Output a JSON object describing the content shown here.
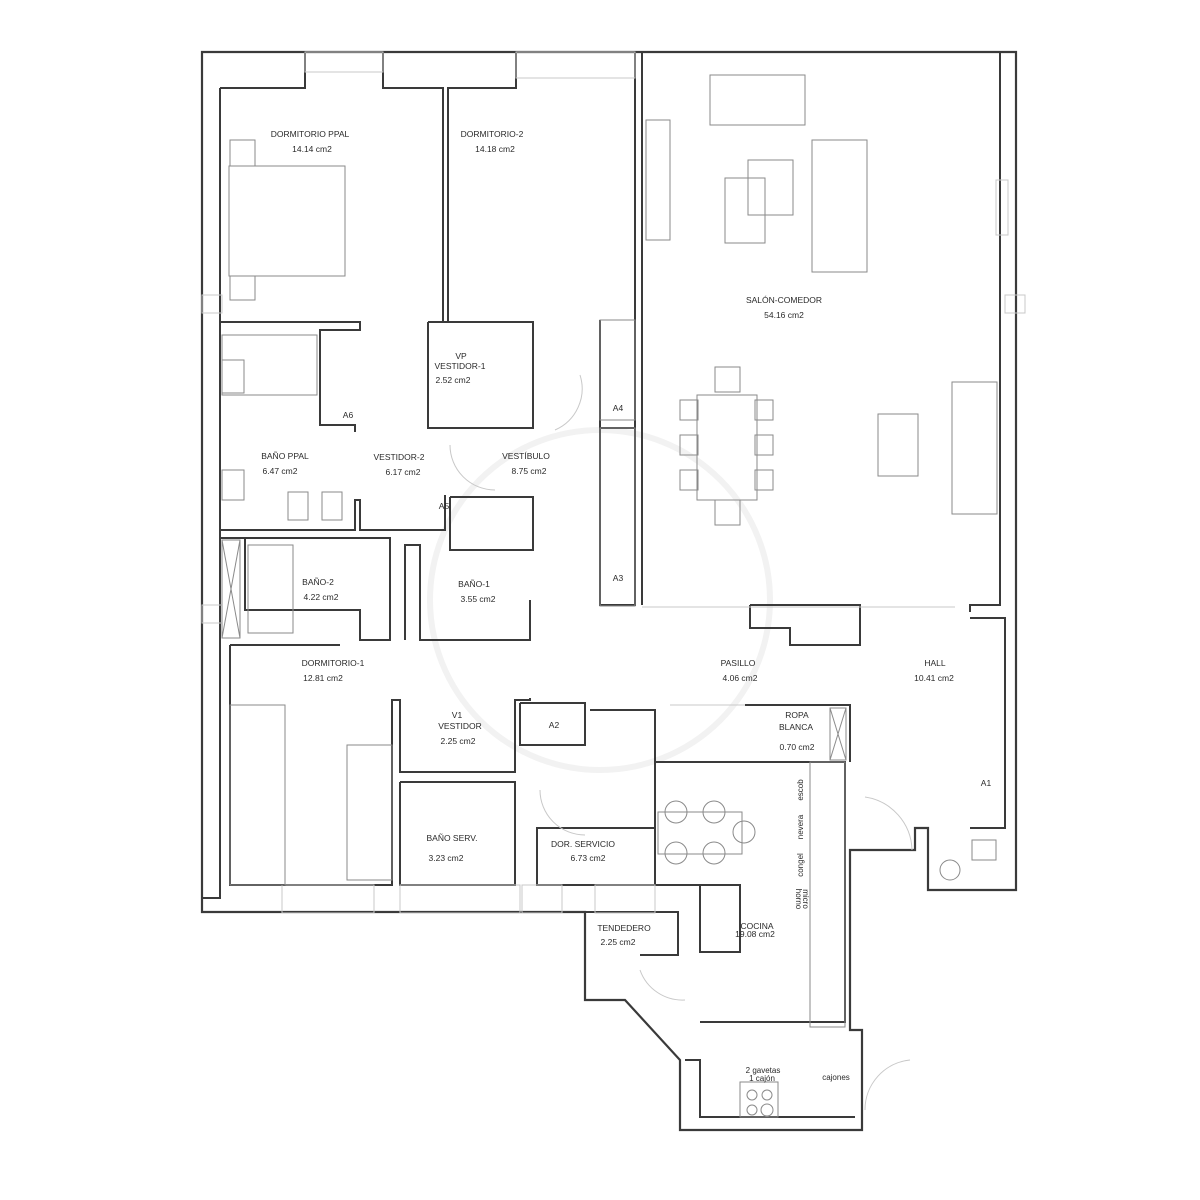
{
  "rooms": [
    {
      "name": "DORMITORIO PPAL",
      "area": "14.14 cm2"
    },
    {
      "name": "DORMITORIO-2",
      "area": "14.18 cm2"
    },
    {
      "name": "SALÓN-COMEDOR",
      "area": "54.16 cm2"
    },
    {
      "name": "VP",
      "name2": "VESTIDOR-1",
      "area": "2.52 cm2"
    },
    {
      "name": "BAÑO PPAL",
      "area": "6.47 cm2"
    },
    {
      "name": "VESTIDOR-2",
      "area": "6.17 cm2"
    },
    {
      "name": "VESTÍBULO",
      "area": "8.75 cm2"
    },
    {
      "name": "BAÑO-2",
      "area": "4.22 cm2"
    },
    {
      "name": "BAÑO-1",
      "area": "3.55 cm2"
    },
    {
      "name": "DORMITORIO-1",
      "area": "12.81 cm2"
    },
    {
      "name": "PASILLO",
      "area": "4.06 cm2"
    },
    {
      "name": "HALL",
      "area": "10.41 cm2"
    },
    {
      "name": "V1",
      "name2": "VESTIDOR",
      "area": "2.25 cm2"
    },
    {
      "name": "ROPA",
      "name2": "BLANCA",
      "area": "0.70 cm2"
    },
    {
      "name": "BAÑO SERV.",
      "area": "3.23 cm2"
    },
    {
      "name": "DOR. SERVICIO",
      "area": "6.73 cm2"
    },
    {
      "name": "TENDEDERO",
      "area": "2.25 cm2"
    },
    {
      "name": "COCINA",
      "area": "19.08 cm2"
    }
  ],
  "closets": [
    "A1",
    "A2",
    "A3",
    "A4",
    "A5",
    "A6"
  ],
  "appliances": [
    "escob",
    "nevera",
    "congel",
    "horno",
    "micro",
    "2 gavetas",
    "1 cajón",
    "cajones"
  ]
}
